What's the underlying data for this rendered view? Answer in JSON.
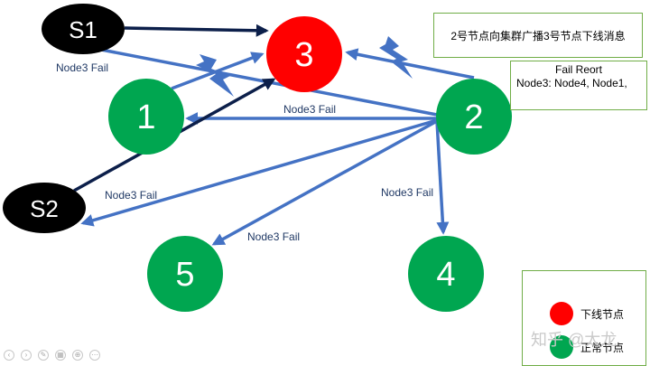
{
  "nodes": [
    {
      "id": "n3",
      "label": "3",
      "role": "offline"
    },
    {
      "id": "n1",
      "label": "1",
      "role": "normal"
    },
    {
      "id": "n2",
      "label": "2",
      "role": "normal"
    },
    {
      "id": "n5",
      "label": "5",
      "role": "normal"
    },
    {
      "id": "n4",
      "label": "4",
      "role": "normal"
    }
  ],
  "servers": [
    {
      "id": "s1",
      "label": "S1"
    },
    {
      "id": "s2",
      "label": "S2"
    }
  ],
  "edge_labels": [
    {
      "id": "to-s1",
      "text": "Node3 Fail"
    },
    {
      "id": "to-n1",
      "text": "Node3 Fail"
    },
    {
      "id": "to-s2",
      "text": "Node3 Fail"
    },
    {
      "id": "to-n5",
      "text": "Node3 Fail"
    },
    {
      "id": "to-n4",
      "text": "Node3 Fail"
    }
  ],
  "broadcast_note": "2号节点向集群广播3号节点下线消息",
  "fail_report": {
    "title": "Fail Reort",
    "text": "Node3: Node4, Node1,"
  },
  "legend": {
    "offline_label": "下线节点",
    "normal_label": "正常节点"
  },
  "watermark": "知乎 @太龙",
  "colors": {
    "offline": "#ff0000",
    "normal": "#00a650",
    "server": "#000000",
    "server_edge": "#0c1f4a",
    "broadcast_edge": "#4472c4",
    "lightning": "#4472c4",
    "box_border": "#70ad47"
  },
  "controls": [
    "prev",
    "next",
    "pen",
    "slides",
    "zoom",
    "more"
  ]
}
